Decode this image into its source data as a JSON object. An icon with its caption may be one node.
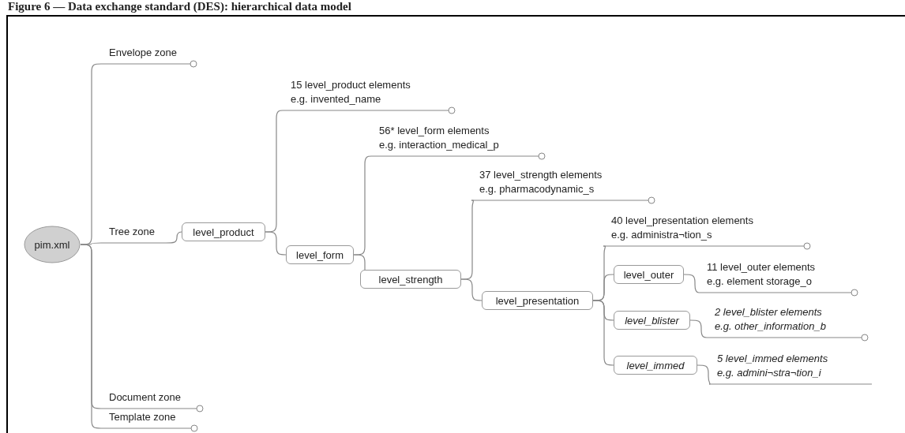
{
  "diagram": {
    "title": "Figure 6 — Data exchange standard (DES): hierarchical data model",
    "nodes": [
      {
        "text": [
          "pim.xml"
        ]
      },
      {
        "text": [
          "Envelope zone"
        ]
      },
      {
        "text": [
          "Tree zone"
        ]
      },
      {
        "text": [
          "Document zone"
        ]
      },
      {
        "text": [
          "Template zone"
        ]
      },
      {
        "text": [
          "level_product"
        ]
      },
      {
        "text": [
          "15 level_product elements",
          "e.g. invented_name"
        ]
      },
      {
        "text": [
          "level_form"
        ]
      },
      {
        "text": [
          "56* level_form elements",
          "e.g. interaction_medical_p"
        ]
      },
      {
        "text": [
          "level_strength"
        ]
      },
      {
        "text": [
          "37 level_strength elements",
          "e.g. pharmacodynamic_s"
        ]
      },
      {
        "text": [
          "level_presentation"
        ]
      },
      {
        "text": [
          "40 level_presentation elements",
          "e.g. administra¬tion_s"
        ]
      },
      {
        "text": [
          "level_outer"
        ]
      },
      {
        "text": [
          "11 level_outer elements",
          "e.g. element storage_o"
        ]
      },
      {
        "text": [
          "level_blister"
        ]
      },
      {
        "text": [
          "2 level_blister elements",
          "e.g. other_information_b"
        ]
      },
      {
        "text": [
          "level_immed"
        ]
      },
      {
        "text": [
          "5 level_immed elements",
          "e.g. admini¬stra¬tion_i"
        ]
      }
    ],
    "edges": [
      {
        "from": 0,
        "to": 1,
        "arrow": "none"
      },
      {
        "from": 0,
        "to": 2,
        "arrow": "none"
      },
      {
        "from": 0,
        "to": 3,
        "arrow": "none"
      },
      {
        "from": 0,
        "to": 4,
        "arrow": "none"
      },
      {
        "from": 2,
        "to": 5,
        "arrow": "none"
      },
      {
        "from": 5,
        "to": 6,
        "arrow": "none"
      },
      {
        "from": 5,
        "to": 7,
        "arrow": "none"
      },
      {
        "from": 7,
        "to": 8,
        "arrow": "none"
      },
      {
        "from": 7,
        "to": 9,
        "arrow": "none"
      },
      {
        "from": 9,
        "to": 10,
        "arrow": "none"
      },
      {
        "from": 9,
        "to": 11,
        "arrow": "none"
      },
      {
        "from": 11,
        "to": 12,
        "arrow": "none"
      },
      {
        "from": 11,
        "to": 13,
        "arrow": "none"
      },
      {
        "from": 11,
        "to": 15,
        "arrow": "none"
      },
      {
        "from": 11,
        "to": 17,
        "arrow": "none"
      },
      {
        "from": 13,
        "to": 14,
        "arrow": "none"
      },
      {
        "from": 15,
        "to": 16,
        "arrow": "none"
      },
      {
        "from": 17,
        "to": 18,
        "arrow": "none"
      }
    ]
  }
}
